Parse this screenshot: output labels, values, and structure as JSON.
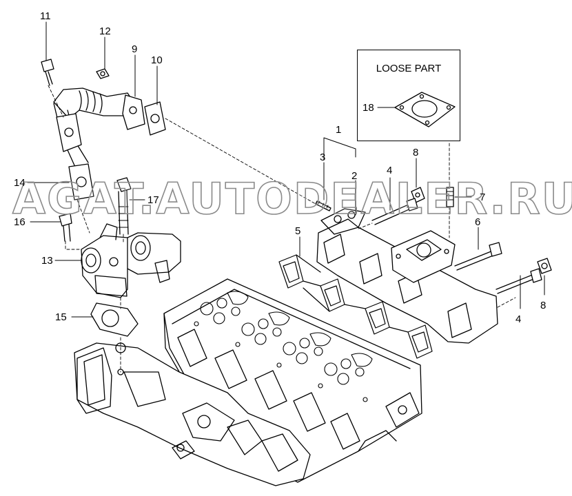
{
  "watermark": "AGAT.AUTODEALER.RU",
  "loose_part": {
    "title": "LOOSE PART"
  },
  "callouts": {
    "c1": "1",
    "c2": "2",
    "c3": "3",
    "c4a": "4",
    "c4b": "4",
    "c5": "5",
    "c6": "6",
    "c7": "7",
    "c8a": "8",
    "c8b": "8",
    "c9": "9",
    "c10": "10",
    "c11": "11",
    "c12": "12",
    "c13": "13",
    "c14": "14",
    "c15": "15",
    "c16": "16",
    "c17": "17",
    "c18": "18"
  }
}
